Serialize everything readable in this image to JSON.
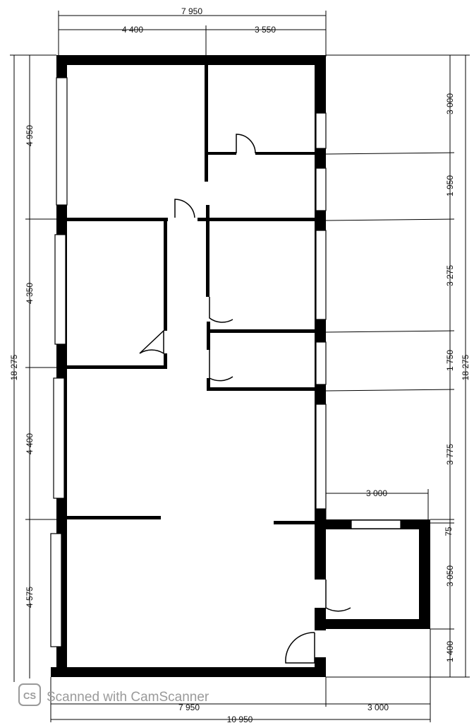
{
  "dimensions": {
    "top_total": "7 950",
    "top_left": "4 400",
    "top_right": "3 550",
    "left_total": "18 275",
    "left": [
      "4 950",
      "4 350",
      "4 400",
      "4 575"
    ],
    "right_total": "18 275",
    "right": [
      "3 000",
      "1 950",
      "3 275",
      "1 750",
      "3 775",
      "75",
      "3 050",
      "1 400"
    ],
    "annex_width": "3 000",
    "bottom_left": "7 950",
    "bottom_right": "3 000",
    "bottom_total": "10 950"
  },
  "watermark": {
    "logo": "CS",
    "text": "Scanned with CamScanner"
  }
}
